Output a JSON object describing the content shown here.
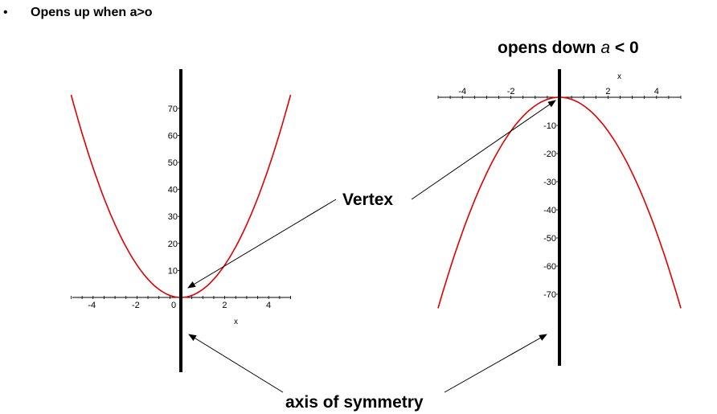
{
  "bullet": {
    "symbol": "•",
    "text": "Opens up when a>o"
  },
  "labels": {
    "opens_down_prefix": "opens down ",
    "opens_down_var": "a",
    "opens_down_suffix": " < 0",
    "vertex": "Vertex",
    "axis_of_symmetry": "axis of symmetry"
  },
  "left_graph": {
    "x_ticks": [
      "-4",
      "-2",
      "0",
      "2",
      "4"
    ],
    "y_ticks": [
      "10",
      "20",
      "30",
      "40",
      "50",
      "60",
      "70"
    ],
    "x_var": "x",
    "x_range": [
      -5,
      5
    ],
    "curve": "y = 3x^2",
    "curve_color": "#e00000"
  },
  "right_graph": {
    "x_ticks": [
      "-4",
      "-2",
      "2",
      "4"
    ],
    "y_ticks": [
      "-10",
      "-20",
      "-30",
      "-40",
      "-50",
      "-60",
      "-70"
    ],
    "x_var": "x",
    "x_range": [
      -5,
      5
    ],
    "curve": "y = -3x^2",
    "curve_color": "#e00000"
  }
}
